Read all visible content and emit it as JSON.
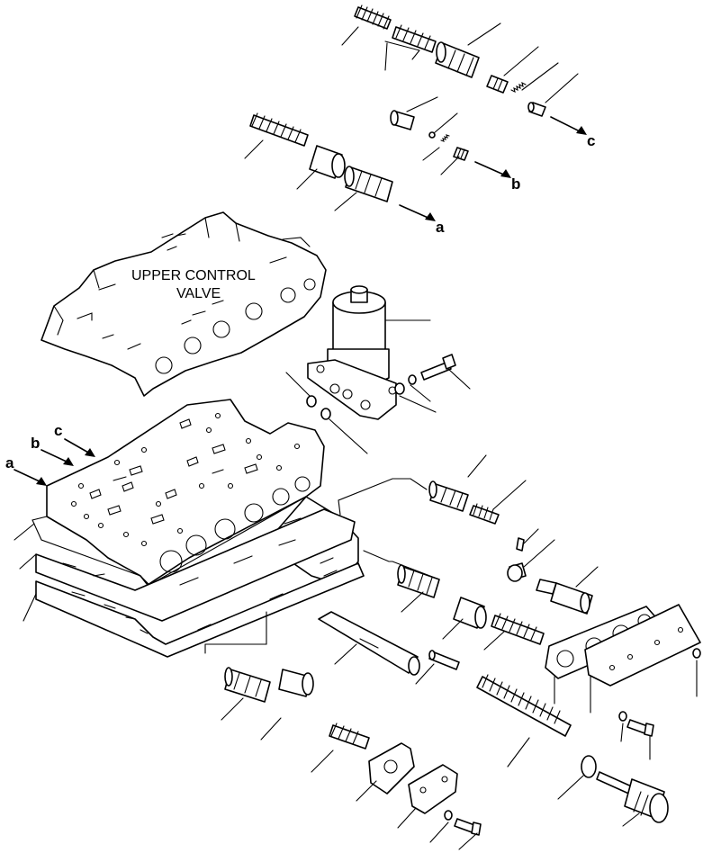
{
  "diagram": {
    "callouts": {
      "upper_valve_line1": "UPPER CONTROL",
      "upper_valve_line2": "VALVE"
    },
    "flow_refs": {
      "a": "a",
      "b": "b",
      "c": "c"
    },
    "body_refs": {
      "a": "a",
      "b": "b",
      "c": "c"
    }
  }
}
